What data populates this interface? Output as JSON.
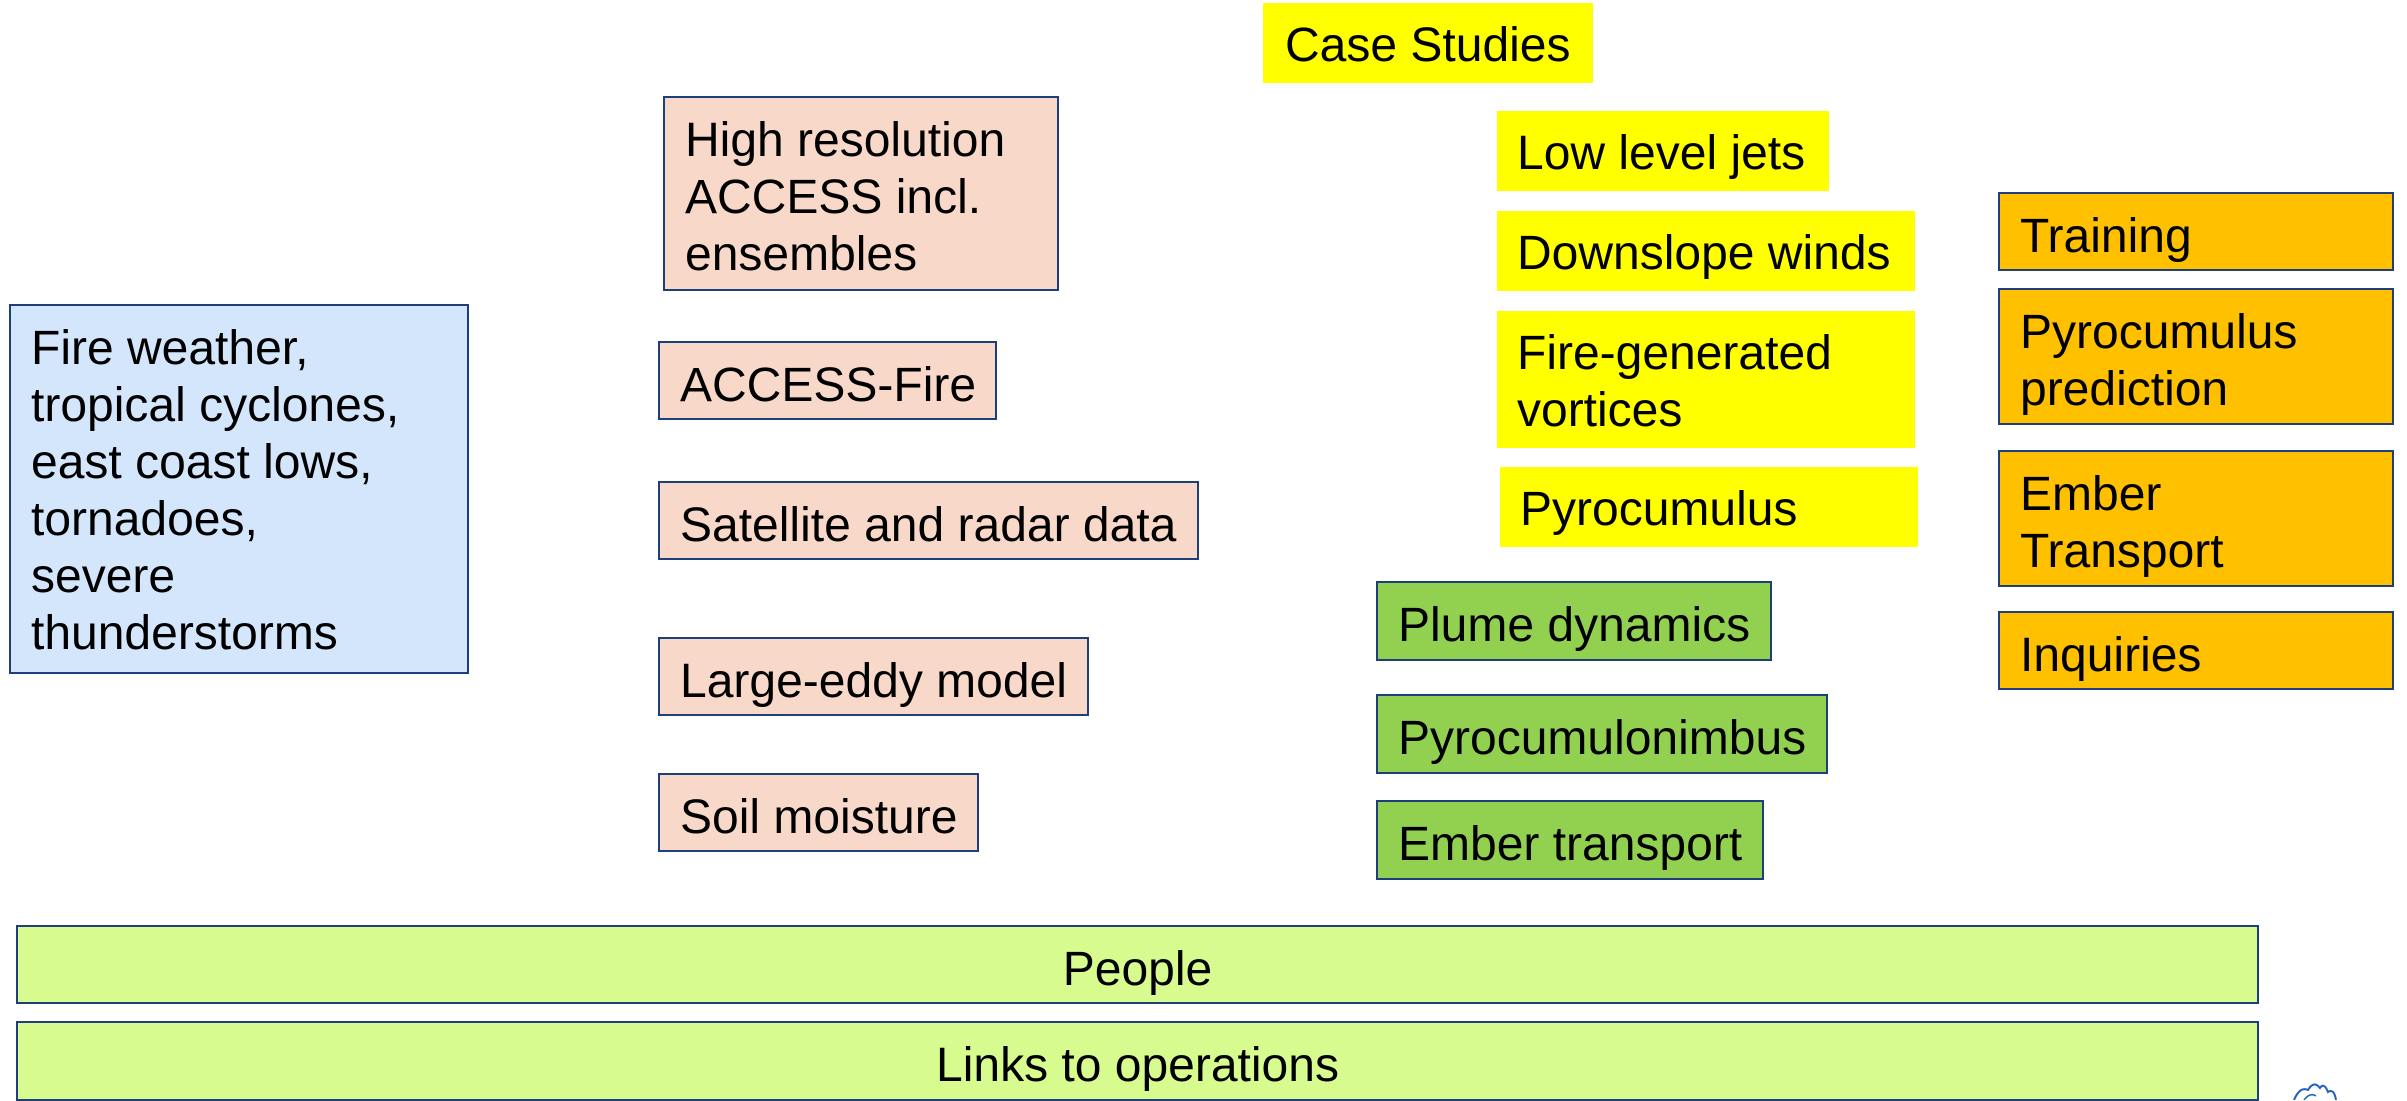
{
  "case_studies": {
    "title": "Case Studies",
    "yellow": [
      "Low level jets",
      "Downslope winds",
      "Fire-generated vortices",
      "Pyrocumulus"
    ],
    "green": [
      "Plume dynamics",
      "Pyrocumulonimbus",
      "Ember transport"
    ]
  },
  "hazards": {
    "lines": [
      "Fire weather,",
      "tropical cyclones,",
      "east coast lows,",
      "tornadoes,",
      "severe",
      "thunderstorms"
    ]
  },
  "tools": {
    "high_res_lines": [
      "High resolution",
      "ACCESS incl.",
      "ensembles"
    ],
    "items": [
      "ACCESS-Fire",
      "Satellite and radar data",
      "Large-eddy model",
      "Soil moisture"
    ]
  },
  "outputs": {
    "training": "Training",
    "pyrocumulus_prediction_lines": [
      "Pyrocumulus",
      "prediction"
    ],
    "ember_transport_lines": [
      "Ember",
      "Transport"
    ],
    "inquiries": "Inquiries"
  },
  "foundation": {
    "people": "People",
    "links": "Links to operations"
  },
  "colors": {
    "peach": "#f8d8c8",
    "light_blue": "#d3e6fc",
    "yellow": "#ffff00",
    "green": "#92d050",
    "orange": "#ffc000",
    "lime": "#d7fb8f",
    "border": "#1f3f7a"
  }
}
